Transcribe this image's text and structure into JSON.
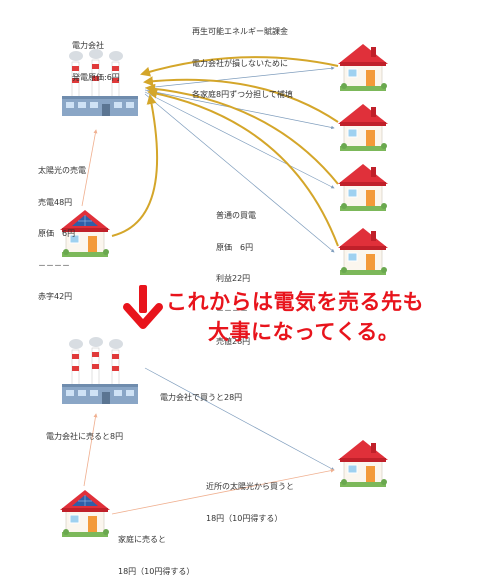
{
  "top": {
    "company_label": [
      "電力会社",
      "発電原価:6円"
    ],
    "surcharge_note": [
      "再生可能エネルギー賦課金",
      "電力会社が損しないために",
      "各家庭8円ずつ分担して補填"
    ],
    "solar_sale_note": [
      "太陽光の売電",
      "売電48円",
      "原価　6円",
      "－－－－",
      "赤字42円"
    ],
    "normal_purchase_note": [
      "普通の買電",
      "原価　6円",
      "利益22円",
      "－－－－",
      "売値28円"
    ]
  },
  "headline": {
    "line1": "これからは電気を売る先も",
    "line2": "大事になってくる。"
  },
  "bottom": {
    "buy_from_company": "電力会社で買うと28円",
    "sell_to_company": "電力会社に売ると8円",
    "buy_from_neighbor": [
      "近所の太陽光から買うと",
      "18円（10円得する）"
    ],
    "sell_to_home": [
      "家庭に売ると",
      "18円（10円得する）"
    ]
  },
  "icons": [
    "power-plant-icon",
    "solar-house-icon",
    "house-icon",
    "down-arrow-icon"
  ],
  "colors": {
    "headline_red": "#e8141c",
    "gold_arrow": "#d4a62a",
    "blue_line": "#7f9dbd",
    "orange_line": "#f0b090",
    "roof_red": "#e0303a"
  }
}
